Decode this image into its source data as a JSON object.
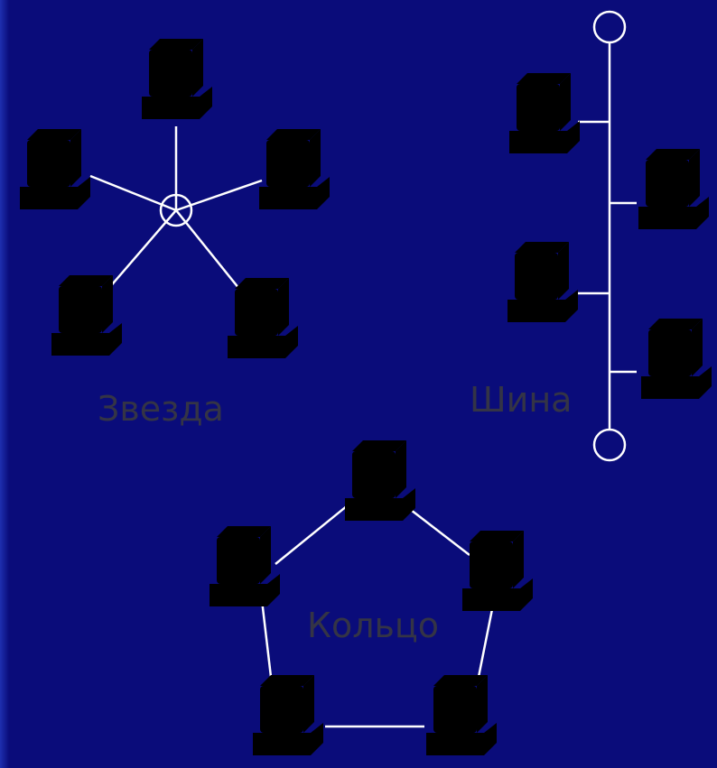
{
  "labels": {
    "star": "Звезда",
    "bus": "Шина",
    "ring": "Кольцо"
  },
  "colors": {
    "background": "#0a0c7a",
    "lines": "#ffffff",
    "label_text": "#343446"
  }
}
